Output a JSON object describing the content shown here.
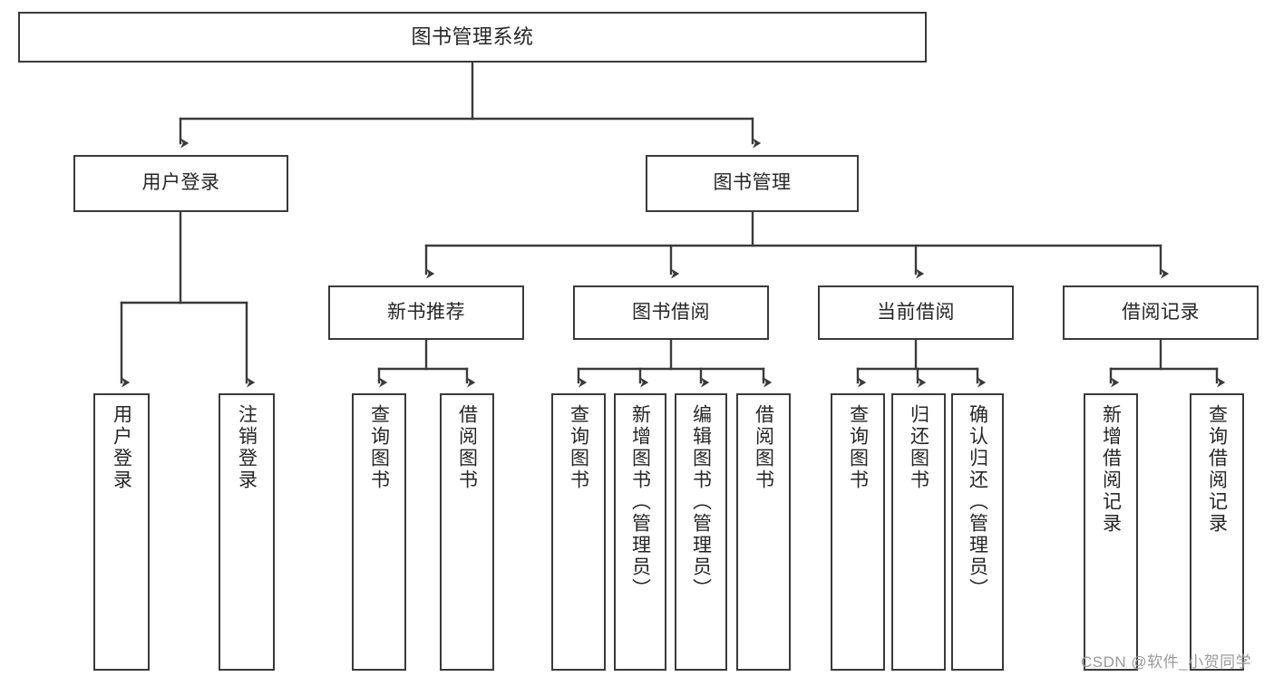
{
  "diagram": {
    "title": "图书管理系统",
    "watermark": "CSDN @软件_小贺同学",
    "colors": {
      "box_border": "#3a3a3a",
      "line": "#3a3a3a",
      "text": "#262626",
      "background": "#ffffff",
      "watermark": "#9a9a9a"
    },
    "levels": {
      "root": "图书管理系统",
      "level2": [
        "用户登录",
        "图书管理"
      ],
      "level3": [
        "新书推荐",
        "图书借阅",
        "当前借阅",
        "借阅记录"
      ]
    },
    "nodes": {
      "root": {
        "label": "图书管理系统"
      },
      "user_login": {
        "label": "用户登录"
      },
      "book_mgmt": {
        "label": "图书管理"
      },
      "new_book_rec": {
        "label": "新书推荐"
      },
      "book_borrow": {
        "label": "图书借阅"
      },
      "current_borrow": {
        "label": "当前借阅"
      },
      "borrow_record": {
        "label": "借阅记录"
      },
      "leaf_user_login": {
        "label": "用户登录"
      },
      "leaf_logout": {
        "label": "注销登录"
      },
      "leaf_query_book_1": {
        "label": "查询图书"
      },
      "leaf_borrow_book_1": {
        "label": "借阅图书"
      },
      "leaf_query_book_2": {
        "label": "查询图书"
      },
      "leaf_add_book_admin": {
        "label": "新增图书（管理员）"
      },
      "leaf_edit_book_admin": {
        "label": "编辑图书（管理员）"
      },
      "leaf_borrow_book_2": {
        "label": "借阅图书"
      },
      "leaf_query_book_3": {
        "label": "查询图书"
      },
      "leaf_return_book": {
        "label": "归还图书"
      },
      "leaf_confirm_return_admin": {
        "label": "确认归还（管理员）"
      },
      "leaf_add_record": {
        "label": "新增借阅记录"
      },
      "leaf_query_record": {
        "label": "查询借阅记录"
      }
    }
  }
}
